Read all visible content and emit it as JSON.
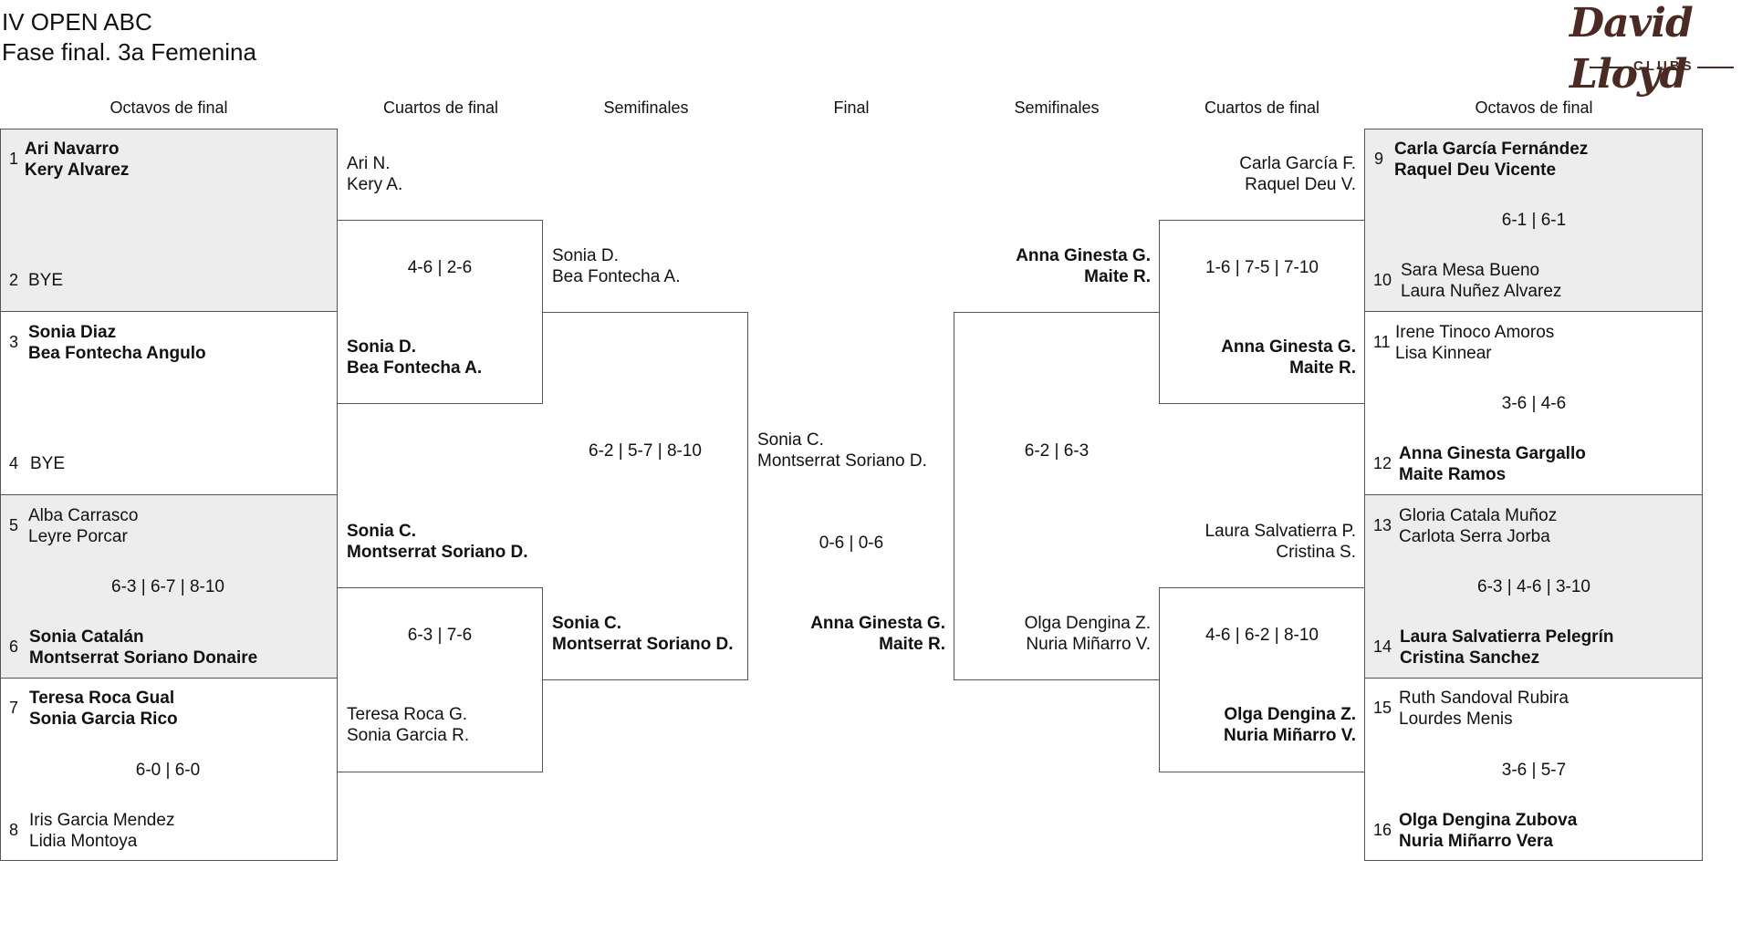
{
  "title": {
    "line1": "IV OPEN ABC",
    "line2": "Fase final. 3a Femenina"
  },
  "logo": {
    "name": "David Lloyd",
    "sub": "CLUBS"
  },
  "colors": {
    "shade": "#ededed",
    "border": "#555555",
    "logo": "#4a2a22"
  },
  "rounds": {
    "left_r16": "Octavos de final",
    "left_qf": "Cuartos de final",
    "left_sf": "Semifinales",
    "final": "Final",
    "right_sf": "Semifinales",
    "right_qf": "Cuartos de final",
    "right_r16": "Octavos de final"
  },
  "r16_left": [
    {
      "p1": {
        "num": "1",
        "a": "Ari Navarro",
        "b": "Kery Alvarez"
      },
      "p2": {
        "num": "2",
        "a": "BYE",
        "b": ""
      },
      "score": ""
    },
    {
      "p1": {
        "num": "3",
        "a": "Sonia Diaz",
        "b": "Bea Fontecha Angulo"
      },
      "p2": {
        "num": "4",
        "a": "BYE",
        "b": ""
      },
      "score": ""
    },
    {
      "p1": {
        "num": "5",
        "a": "Alba Carrasco",
        "b": "Leyre Porcar"
      },
      "p2": {
        "num": "6",
        "a": "Sonia Catalán",
        "b": "Montserrat Soriano Donaire"
      },
      "score": "6-3 | 6-7 | 8-10"
    },
    {
      "p1": {
        "num": "7",
        "a": "Teresa Roca Gual",
        "b": "Sonia Garcia Rico"
      },
      "p2": {
        "num": "8",
        "a": "Iris Garcia Mendez",
        "b": "Lidia Montoya"
      },
      "score": "6-0 | 6-0"
    }
  ],
  "r16_right": [
    {
      "p1": {
        "num": "9",
        "a": "Carla García Fernández",
        "b": "Raquel Deu Vicente"
      },
      "p2": {
        "num": "10",
        "a": "Sara Mesa Bueno",
        "b": "Laura Nuñez Alvarez"
      },
      "score": "6-1 | 6-1"
    },
    {
      "p1": {
        "num": "11",
        "a": "Irene Tinoco Amoros",
        "b": "Lisa Kinnear"
      },
      "p2": {
        "num": "12",
        "a": "Anna Ginesta Gargallo",
        "b": "Maite Ramos"
      },
      "score": "3-6 | 4-6"
    },
    {
      "p1": {
        "num": "13",
        "a": "Gloria Catala Muñoz",
        "b": "Carlota Serra Jorba"
      },
      "p2": {
        "num": "14",
        "a": "Laura Salvatierra Pelegrín",
        "b": "Cristina Sanchez"
      },
      "score": "6-3 | 4-6 | 3-10"
    },
    {
      "p1": {
        "num": "15",
        "a": "Ruth Sandoval Rubira",
        "b": "Lourdes Menis"
      },
      "p2": {
        "num": "16",
        "a": "Olga Dengina Zubova",
        "b": "Nuria Miñarro Vera"
      },
      "score": "3-6 | 5-7"
    }
  ],
  "qf_left": [
    {
      "p1": {
        "a": "Ari N.",
        "b": "Kery A."
      },
      "p2": {
        "a": "Sonia D.",
        "b": "Bea Fontecha A."
      },
      "score": "4-6 | 2-6"
    },
    {
      "p1": {
        "a": "Sonia C.",
        "b": "Montserrat Soriano D."
      },
      "p2": {
        "a": "Teresa Roca G.",
        "b": "Sonia Garcia R."
      },
      "score": "6-3 | 7-6"
    }
  ],
  "qf_right": [
    {
      "p1": {
        "a": "Carla García F.",
        "b": "Raquel Deu V."
      },
      "p2": {
        "a": "Anna Ginesta G.",
        "b": "Maite R."
      },
      "score": "1-6 | 7-5 | 7-10"
    },
    {
      "p1": {
        "a": "Laura Salvatierra P.",
        "b": "Cristina S."
      },
      "p2": {
        "a": "Olga Dengina Z.",
        "b": "Nuria Miñarro V."
      },
      "score": "4-6 | 6-2 | 8-10"
    }
  ],
  "sf_left": {
    "p1": {
      "a": "Sonia D.",
      "b": "Bea Fontecha A."
    },
    "p2": {
      "a": "Sonia C.",
      "b": "Montserrat Soriano D."
    },
    "score": "6-2 | 5-7 | 8-10"
  },
  "sf_right": {
    "p1": {
      "a": "Anna Ginesta G.",
      "b": "Maite R."
    },
    "p2": {
      "a": "Olga Dengina Z.",
      "b": "Nuria Miñarro V."
    },
    "score": "6-2 | 6-3"
  },
  "final": {
    "p1": {
      "a": "Sonia C.",
      "b": "Montserrat Soriano D."
    },
    "p2": {
      "a": "Anna Ginesta G.",
      "b": "Maite R."
    },
    "score": "0-6 | 0-6"
  }
}
